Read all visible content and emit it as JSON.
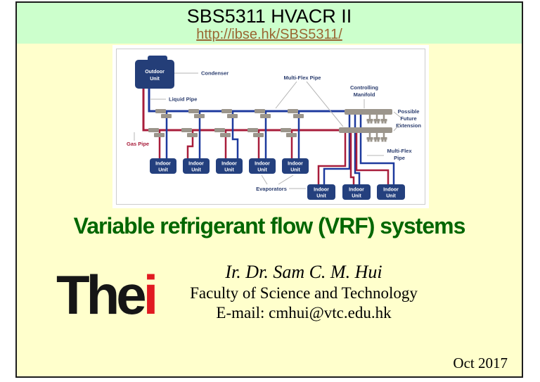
{
  "header": {
    "title": "SBS5311 HVACR II",
    "link": "http://ibse.hk/SBS5311/"
  },
  "slide": {
    "title": "Variable refrigerant flow (VRF) systems",
    "date": "Oct 2017"
  },
  "author": {
    "name": "Ir. Dr. Sam C. M. Hui",
    "affiliation": "Faculty of Science and Technology",
    "email_line": "E-mail: cmhui@vtc.edu.hk"
  },
  "logo": {
    "text_black": "The",
    "text_red": "i"
  },
  "diagram": {
    "labels": {
      "outdoor_unit": [
        "Outdoor",
        "Unit"
      ],
      "condenser": "Condenser",
      "liquid_pipe": "Liquid Pipe",
      "gas_pipe": "Gas Pipe",
      "multi_flex_pipe_top": "Multi-Flex Pipe",
      "controlling_manifold": [
        "Controlling",
        "Manifold"
      ],
      "possible_future_extension": [
        "Possible",
        "Future",
        "Extension"
      ],
      "indoor_unit": [
        "Indoor",
        "Unit"
      ],
      "evaporators": "Evaporators",
      "multi_flex_pipe_right": [
        "Multi-Flex",
        "Pipe"
      ]
    },
    "colors": {
      "liquid_pipe": "#1e3a9e",
      "gas_pipe": "#a81d3b",
      "connector_gray": "#9b958b",
      "unit_box": "#24407e",
      "label_text": "#2c3e6f"
    }
  },
  "colors": {
    "header_bg": "#ccffcc",
    "body_bg": "#ffffcc",
    "title_green": "#006600",
    "link": "#996633",
    "logo_red": "#e11a21"
  }
}
